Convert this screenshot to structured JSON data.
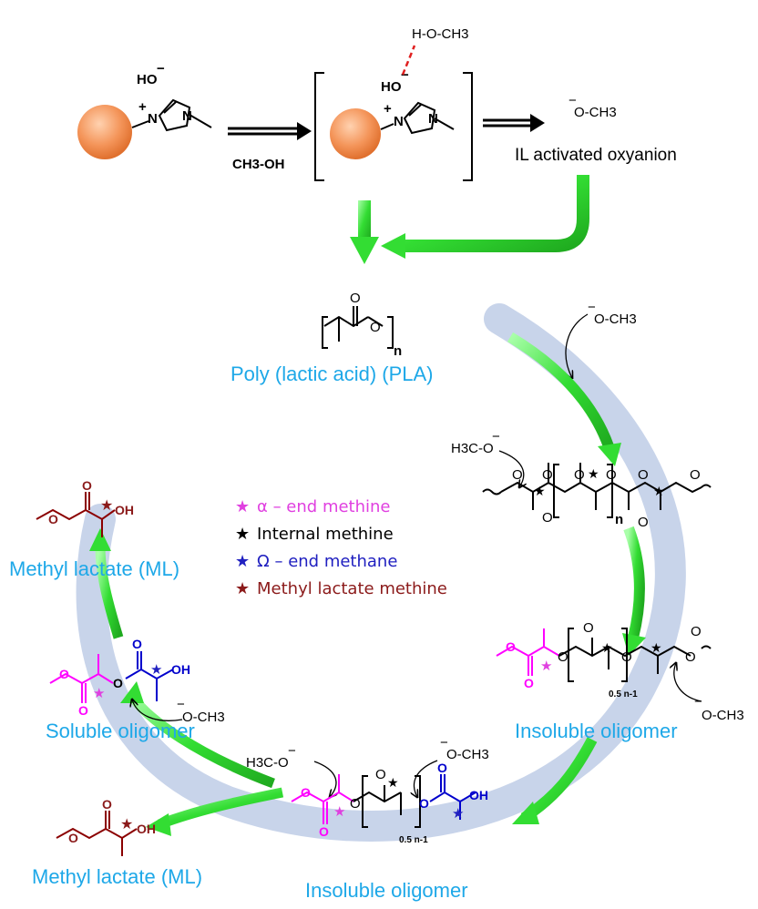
{
  "top": {
    "hydroxide": "HO",
    "reagent": "CH3-OH",
    "bracket_hydroxide": "HO",
    "bracket_methanol": "H-O-CH3",
    "oxyanion": "O-CH3",
    "activated_label": "IL activated oxyanion"
  },
  "polymer": {
    "label": "Poly (lactic acid) (PLA)",
    "repeat": "n"
  },
  "legend": [
    {
      "text": "α – end methine",
      "color": "#e040e0"
    },
    {
      "text": "Internal methine",
      "color": "#000000"
    },
    {
      "text": "Ω – end methane",
      "color": "#2020c0"
    },
    {
      "text": "Methyl lactate methine",
      "color": "#8b1a1a"
    }
  ],
  "labels": {
    "methyl_lactate_top": "Methyl lactate (ML)",
    "methyl_lactate_bottom": "Methyl lactate (ML)",
    "soluble": "Soluble oligomer",
    "insoluble_right": "Insoluble oligomer",
    "insoluble_bottom": "Insoluble oligomer"
  },
  "reagents": {
    "methoxide_1": "O-CH3",
    "methoxide_2": "H3C-O",
    "methoxide_3": "O-CH3",
    "methoxide_4": "O-CH3",
    "methoxide_5": "H3C-O",
    "methoxide_6": "O-CH3",
    "repeat_half": "0.5 n-1"
  },
  "colors": {
    "cycle": "#c8d4ea",
    "arrow_green": "#33dd33",
    "label_blue": "#1ea8e8",
    "sphere": "#f4955a"
  }
}
